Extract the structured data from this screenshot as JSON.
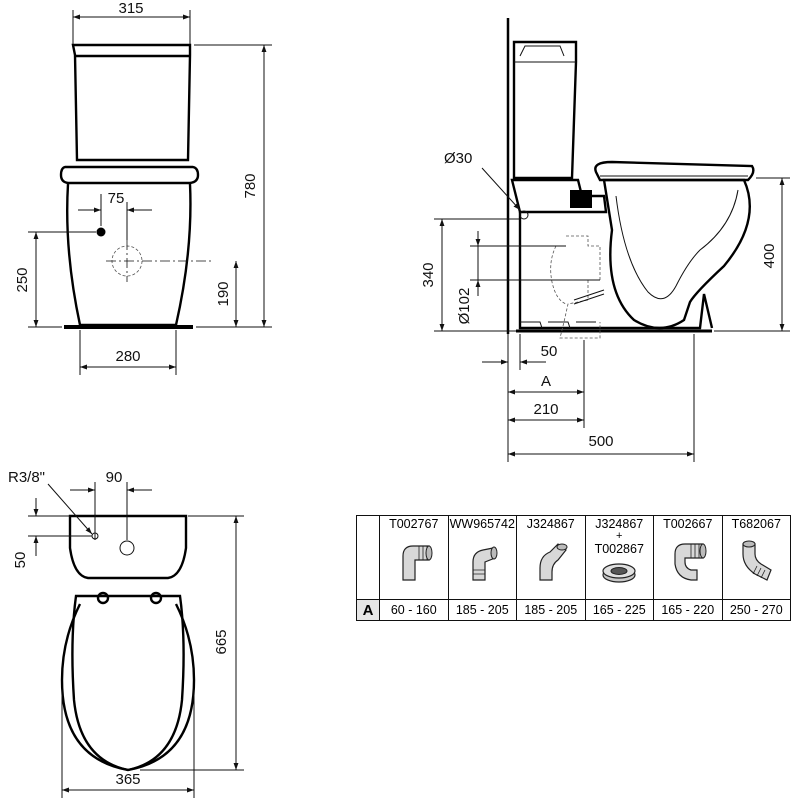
{
  "front_view": {
    "dims": [
      "315",
      "780",
      "75",
      "250",
      "190",
      "280"
    ]
  },
  "side_view": {
    "dims": [
      "Ø30",
      "340",
      "Ø102",
      "400",
      "50",
      "A",
      "210",
      "500"
    ]
  },
  "top_view": {
    "dims": [
      "R3/8\"",
      "90",
      "50",
      "665",
      "365"
    ]
  },
  "adapter_table": {
    "row_label": "A",
    "columns": [
      {
        "code": "T002767",
        "plus": "",
        "code2": "",
        "range": "60 - 160"
      },
      {
        "code": "WW965742",
        "plus": "",
        "code2": "",
        "range": "185 - 205"
      },
      {
        "code": "J324867",
        "plus": "",
        "code2": "",
        "range": "185 - 205"
      },
      {
        "code": "J324867",
        "plus": "+",
        "code2": "T002867",
        "range": "165 - 225"
      },
      {
        "code": "T002667",
        "plus": "",
        "code2": "",
        "range": "165 - 220"
      },
      {
        "code": "T682067",
        "plus": "",
        "code2": "",
        "range": "250 - 270"
      }
    ]
  }
}
